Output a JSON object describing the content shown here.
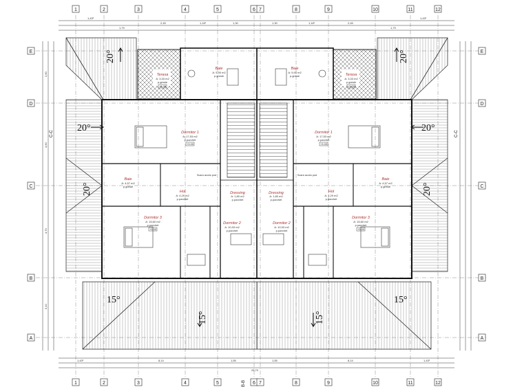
{
  "grid": {
    "columns": [
      "1",
      "2",
      "3",
      "4",
      "5",
      "6",
      "7",
      "8",
      "9",
      "10",
      "11",
      "12"
    ],
    "rows": [
      "E",
      "D",
      "C",
      "B",
      "A"
    ]
  },
  "rooms": [
    {
      "id": "terasa-left",
      "name": "Terasa",
      "area": "A: 3,33 m2",
      "finish": "p.gresie"
    },
    {
      "id": "baie-top-left",
      "name": "Baie",
      "area": "A: 5,90 m2",
      "finish": "p.gresie"
    },
    {
      "id": "baie-top-right",
      "name": "Baie",
      "area": "A: 5,90 m2",
      "finish": "p.gresie"
    },
    {
      "id": "terasa-right",
      "name": "Terasa",
      "area": "A: 3,33 m2",
      "finish": "p.gresie"
    },
    {
      "id": "dormitor1-left",
      "name": "Dormitor 1",
      "area": "A: 17,53 m2",
      "finish": "p.parchet"
    },
    {
      "id": "dormitor1-right",
      "name": "Dormitor 1",
      "area": "A: 17,53 m2",
      "finish": "p.parchet"
    },
    {
      "id": "baie-mid-left",
      "name": "Baie",
      "area": "A: 4,57 m2",
      "finish": "p.gresie"
    },
    {
      "id": "hol-left",
      "name": "Hol",
      "area": "A: 4,29 m2",
      "finish": "p.parchet"
    },
    {
      "id": "dressing-left",
      "name": "Dressing",
      "area": "A: 1,80 m2",
      "finish": "p.parchet"
    },
    {
      "id": "dressing-right",
      "name": "Dressing",
      "area": "A: 1,80 m2",
      "finish": "p.parchet"
    },
    {
      "id": "hol-right",
      "name": "Hol",
      "area": "A: 4,29 m2",
      "finish": "p.parchet"
    },
    {
      "id": "baie-mid-right",
      "name": "Baie",
      "area": "A: 4,57 m2",
      "finish": "p.gresie"
    },
    {
      "id": "dormitor3-left",
      "name": "Dormitor 3",
      "area": "A: 15,60 m2",
      "finish": "p.parchet"
    },
    {
      "id": "dormitor2-left",
      "name": "Dormitor 2",
      "area": "A: 10,93 m2",
      "finish": "p.parchet"
    },
    {
      "id": "dormitor2-right",
      "name": "Dormitor 2",
      "area": "A: 10,93 m2",
      "finish": "p.parchet"
    },
    {
      "id": "dormitor3-right",
      "name": "Dormitor 3",
      "area": "A: 15,60 m2",
      "finish": "p.parchet"
    }
  ],
  "level_tag": "+3.00",
  "stair_labels": [
    "Scara acces pod",
    "Scara acces pod"
  ],
  "slopes": {
    "top_left": "20°",
    "top_right": "20°",
    "mid_left": "20°",
    "mid_right": "20°",
    "side_left": "20°",
    "side_right": "20°",
    "bottom_left": "15°",
    "bottom_right": "15°",
    "bottom_center_left": "15°",
    "bottom_center_right": "15°"
  },
  "section_labels": {
    "cc": "C-C",
    "bb": "B-B"
  },
  "top_dims": [
    "1,43²",
    "1,79",
    "2,45",
    "1,18¹",
    "1,30",
    "1,30",
    "1,18¹",
    "2,45",
    "1,79",
    "1,43²"
  ],
  "bottom_dims": [
    "1,43²",
    "8,14",
    "1,55",
    "1,55",
    "8,14",
    "1,43²"
  ],
  "overall_dim": "25,70",
  "left_dims": [
    "2,60",
    "4,50",
    "4,70",
    "3,10"
  ],
  "colors": {
    "line": "#1a1a1a",
    "red": "#c03030",
    "hatch": "#555555"
  }
}
